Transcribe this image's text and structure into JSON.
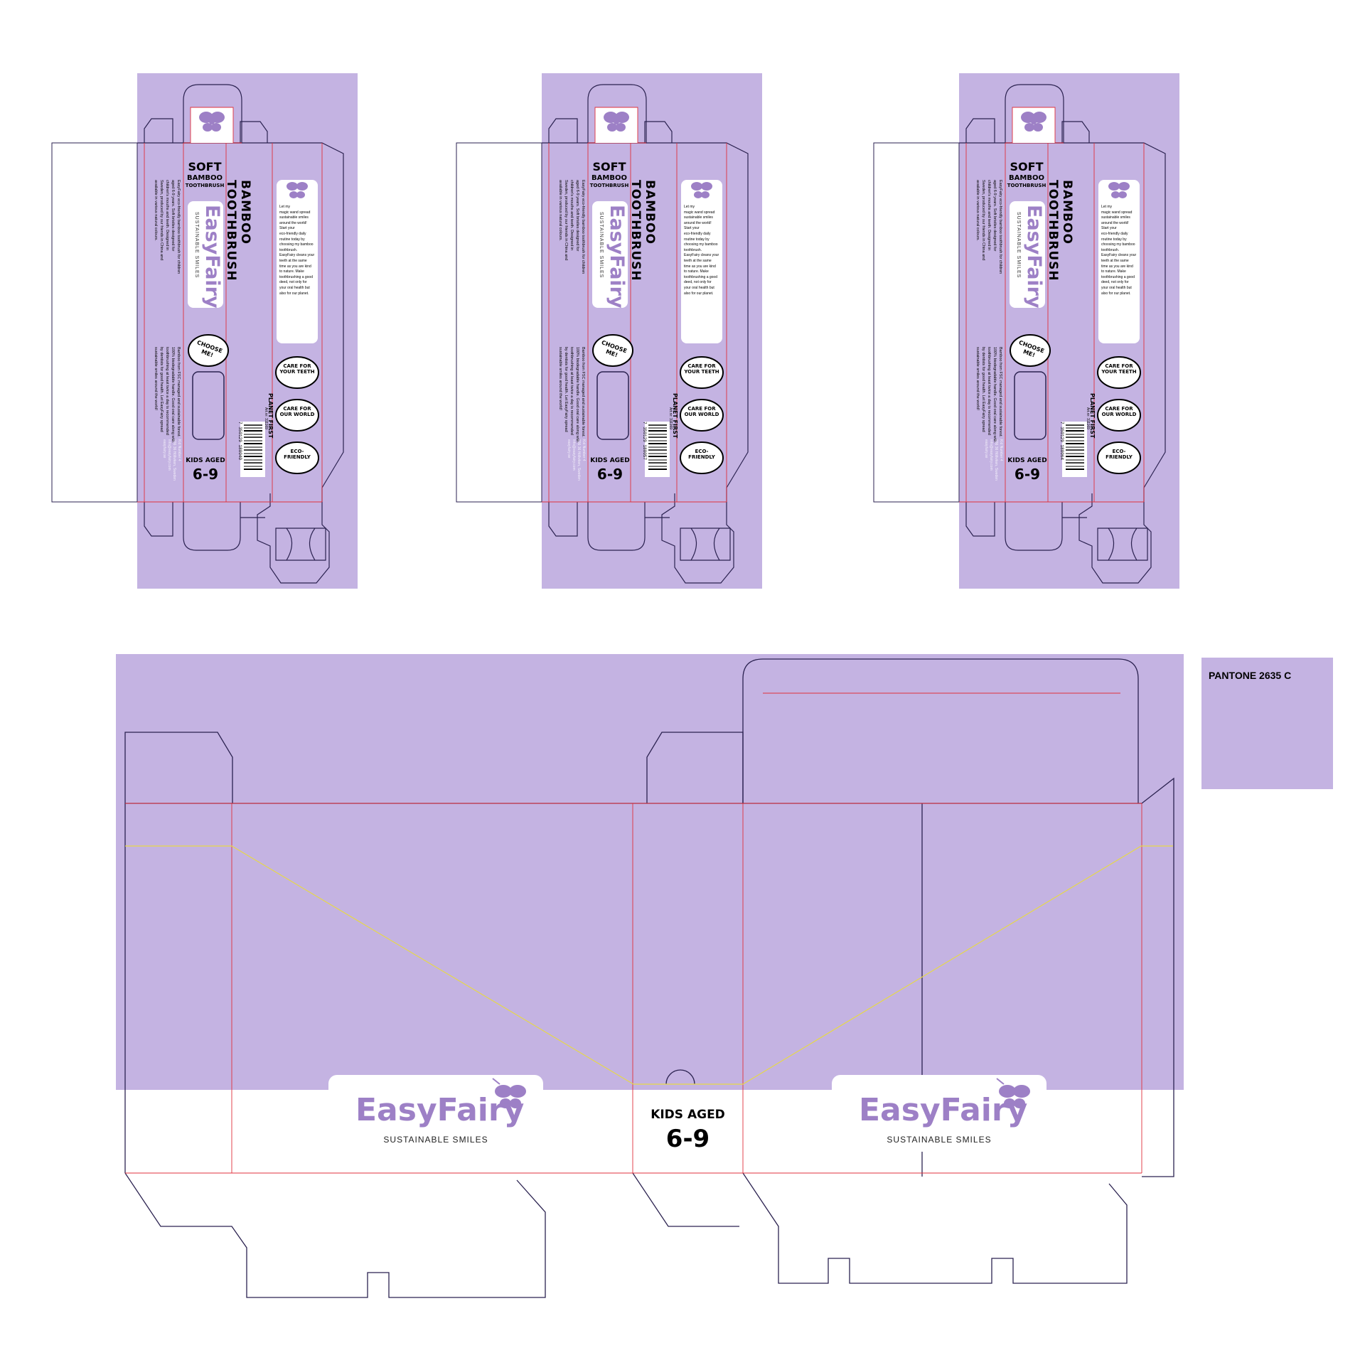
{
  "brand": {
    "name": "EasyFairy",
    "tagline": "SUSTAINABLE SMILES"
  },
  "colors": {
    "purple": "#c4b3e2",
    "logo_purple": "#9d80c6",
    "cut_line": "#2b2250",
    "fold_line": "#e0303c",
    "glue_line": "#e6d84a"
  },
  "pantone": {
    "label": "PANTONE 2635 C"
  },
  "big_box": {
    "kids_label": "KIDS AGED",
    "age_range": "6-9"
  },
  "small_box": {
    "soft_label": "SOFT",
    "bamboo_label": "BAMBOO",
    "toothbrush_label": "TOOTHBRUSH",
    "product_title": "BAMBOO TOOTHBRUSH",
    "choose_me": "CHOOSE ME!",
    "kids_label": "KIDS AGED",
    "age_range": "6-9",
    "planet_first": "PLANET FIRST",
    "fairy_story": [
      "Let my",
      "magic wand spread",
      "sustainable smiles",
      "around the world!",
      "Start your",
      "eco-friendly daily",
      "routine today by",
      "choosing my bamboo",
      "toothbrush.",
      "EasyFairy cleans your",
      "teeth at the same",
      "time as you are kind",
      "to nature. Make",
      "toothbrushing a good",
      "deed, not only for",
      "your oral health but",
      "also for our planet."
    ],
    "bubbles": [
      "CARE FOR YOUR TEETH",
      "CARE FOR OUR WORLD",
      "ECO-FRIENDLY"
    ],
    "side_text_a": [
      "EasyFairy eco-friendly bamboo toothbrush for children",
      "aged 6-9 years. Soft bristles designed for",
      "children's mouths and teeth. Designed in",
      "Sweden, produced by our friends in China and",
      "available in various natural colours."
    ],
    "side_text_b": [
      "Bamboo from FSC managed and sustainable forest.",
      "100% biodegradable handle. Good oral care along with",
      "toothbrushing at least twice a day is recommended",
      "by dentists for good health. Let EasyFairy spread",
      "sustainable smiles around the world!"
    ],
    "address_lines": [
      "Kid Number 4",
      "236 36 Höllviken, Sweden",
      "info@easyfairy.com",
      "easyfairy.se"
    ],
    "article_label": "Art.nr: 311169",
    "barcodes": [
      "7 350129 180040",
      "7 350129 180057",
      "7 350129 180064"
    ]
  }
}
